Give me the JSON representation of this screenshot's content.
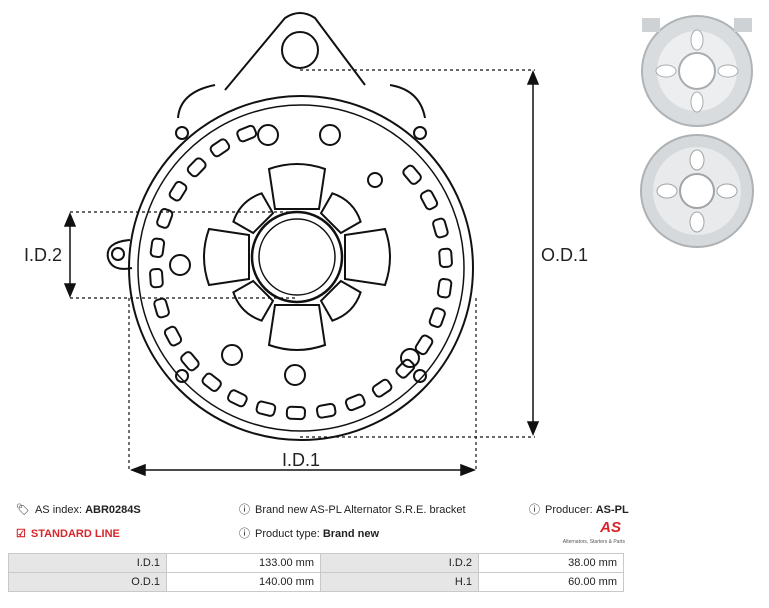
{
  "drawing": {
    "od1_label": "O.D.1",
    "id1_label": "I.D.1",
    "id2_label": "I.D.2"
  },
  "info": {
    "as_index_label": "AS index:",
    "as_index_value": "ABR0284S",
    "standard_line": "STANDARD LINE",
    "description": "Brand new AS-PL Alternator S.R.E. bracket",
    "product_type_label": "Product type:",
    "product_type_value": "Brand new",
    "producer_label": "Producer:",
    "producer_value": "AS-PL",
    "logo_text": "AS",
    "logo_subtext": "Alternators, Starters & Parts"
  },
  "dimensions": [
    {
      "label": "I.D.1",
      "value": "133.00 mm",
      "label2": "I.D.2",
      "value2": "38.00 mm"
    },
    {
      "label": "O.D.1",
      "value": "140.00 mm",
      "label2": "H.1",
      "value2": "60.00 mm"
    }
  ],
  "colors": {
    "accent": "#d7262b",
    "line": "#111111",
    "table_label_bg": "#e6e6e6"
  }
}
